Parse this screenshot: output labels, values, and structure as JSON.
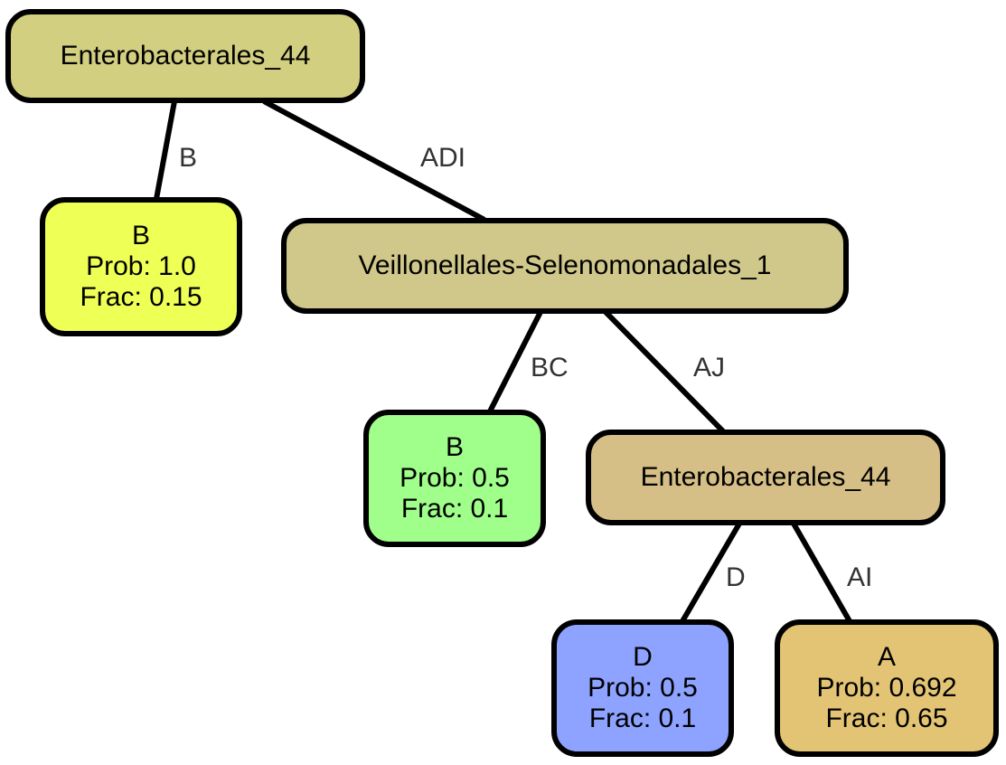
{
  "nodes": {
    "root": {
      "title": "Enterobacterales_44",
      "color": "#d3cf81"
    },
    "leaf_b1": {
      "label": "B",
      "prob": "Prob: 1.0",
      "frac": "Frac: 0.15",
      "color": "#eeff55"
    },
    "veil": {
      "title": "Veillonellales-Selenomonadales_1",
      "color": "#d0c78a"
    },
    "leaf_b2": {
      "label": "B",
      "prob": "Prob: 0.5",
      "frac": "Frac: 0.1",
      "color": "#9fff8a"
    },
    "entero2": {
      "title": "Enterobacterales_44",
      "color": "#d5bf86"
    },
    "leaf_d": {
      "label": "D",
      "prob": "Prob: 0.5",
      "frac": "Frac: 0.1",
      "color": "#8da3ff"
    },
    "leaf_a": {
      "label": "A",
      "prob": "Prob: 0.692",
      "frac": "Frac: 0.65",
      "color": "#e3c474"
    }
  },
  "edges": {
    "root_b1": "B",
    "root_veil": "ADI",
    "veil_b2": "BC",
    "veil_entero2": "AJ",
    "entero2_d": "D",
    "entero2_a": "AI"
  }
}
